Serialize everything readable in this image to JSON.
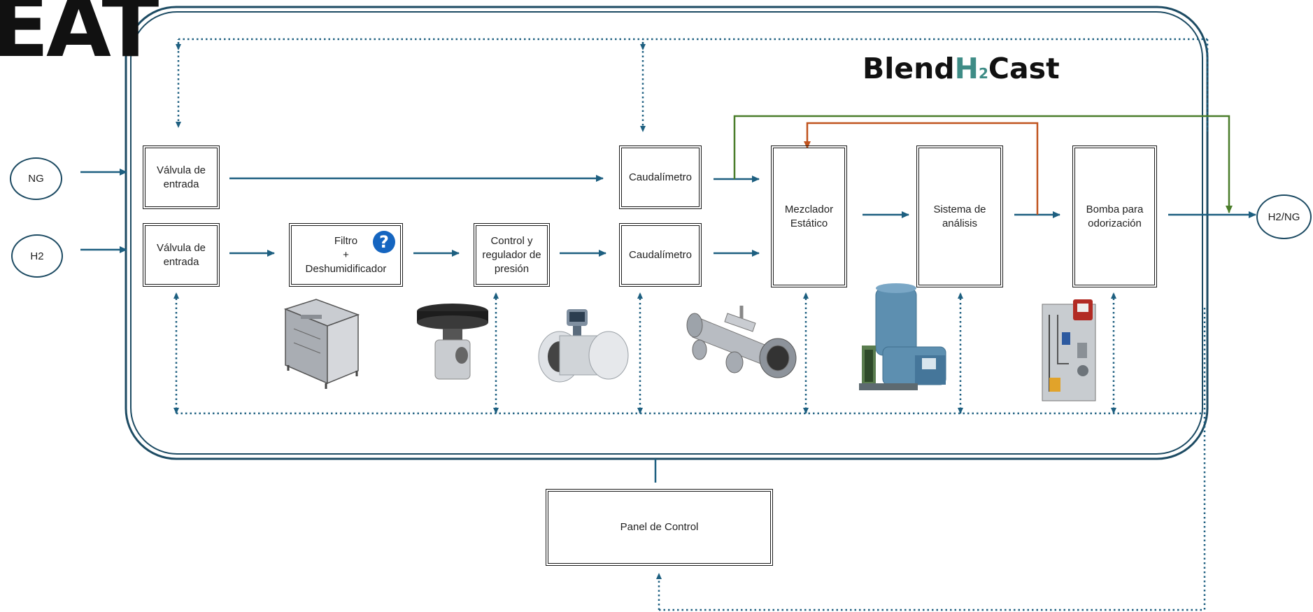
{
  "top_left_fragment": "EAT",
  "brand": {
    "part1": "Blend",
    "part2": "H",
    "subscript": "2",
    "part3": "Cast",
    "accent_color": "#3e8c86"
  },
  "inputs": {
    "ng": "NG",
    "h2": "H2"
  },
  "output": "H2/NG",
  "boxes": {
    "valve_ng": [
      "Válvula de",
      "entrada"
    ],
    "valve_h2": [
      "Válvula de",
      "entrada"
    ],
    "filter": [
      "Filtro",
      "+",
      "Deshumidificador"
    ],
    "pressure": [
      "Control y",
      "regulador de",
      "presión"
    ],
    "flowmeter_ng": "Caudalímetro",
    "flowmeter_h2": "Caudalímetro",
    "mixer": [
      "Mezclador",
      "Estático"
    ],
    "analysis": [
      "Sistema de",
      "análisis"
    ],
    "odorization": [
      "Bomba para",
      "odorización"
    ],
    "control_panel": "Panel de Control"
  },
  "help_glyph": "?",
  "colors": {
    "flow_line": "#1d5f80",
    "green_line": "#4a7d2a",
    "orange_line": "#c0531e",
    "border": "#1d4b63"
  },
  "icons": {
    "filter_unit": "filter-dehumidifier-cabinet-icon",
    "pressure_regulator": "pressure-regulator-icon",
    "flowmeter": "flowmeter-icon",
    "mixer": "static-mixer-pipe-icon",
    "analyzer": "gas-chromatograph-icon",
    "odorizer": "odorization-pump-panel-icon"
  }
}
